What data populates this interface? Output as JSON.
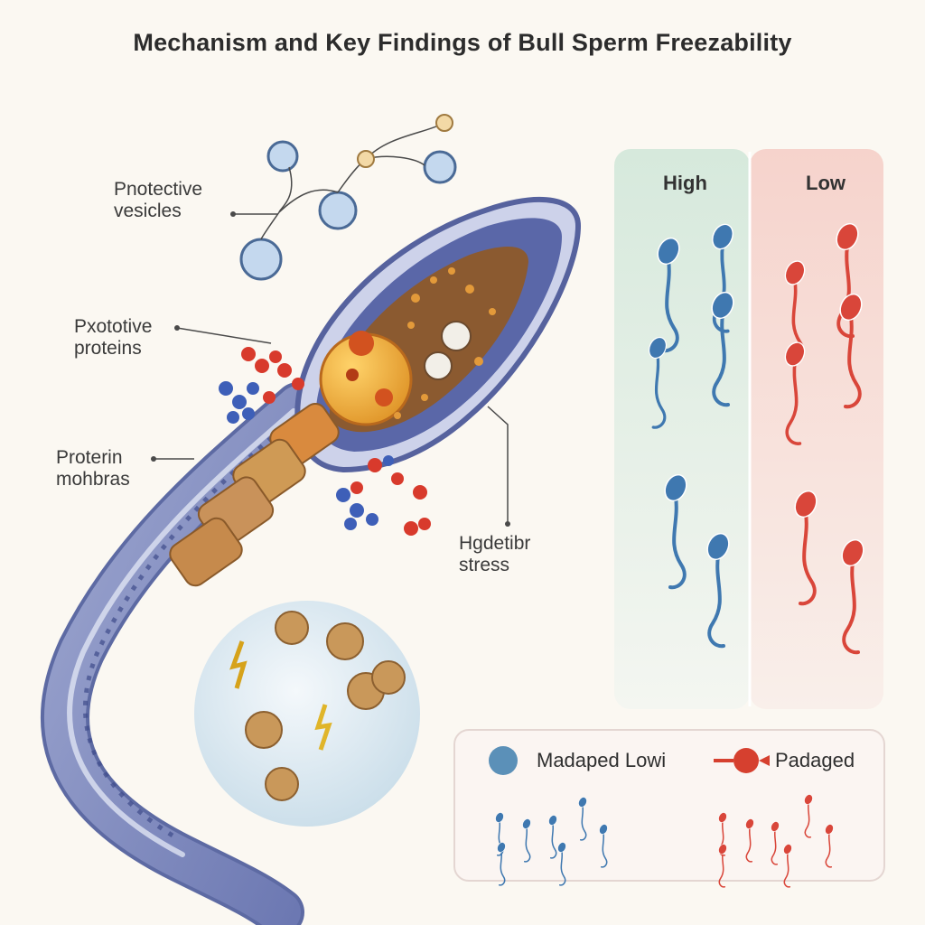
{
  "title": "Mechanism and Key Findings of Bull Sperm Freezability",
  "labels": {
    "vesicles_line1": "Pnotective",
    "vesicles_line2": "vesicles",
    "proteins_line1": "Pxototive",
    "proteins_line2": "proteins",
    "membranes_line1": "Proterin",
    "membranes_line2": "mohbras",
    "stress_line1": "Hgdetibr",
    "stress_line2": "stress"
  },
  "comparison": {
    "high_label": "High",
    "low_label": "Low"
  },
  "legend": {
    "left_label": "Madaped Lowi",
    "right_label": "Padaged"
  },
  "colors": {
    "high_panel": "#dcebe0",
    "low_panel": "#f7dcd6",
    "blue_sperm": "#3f78b0",
    "red_sperm": "#d9463a",
    "sperm_head": "#5a67a8",
    "nucleus": "#8a5a2e",
    "midpiece": "#c98e45"
  }
}
